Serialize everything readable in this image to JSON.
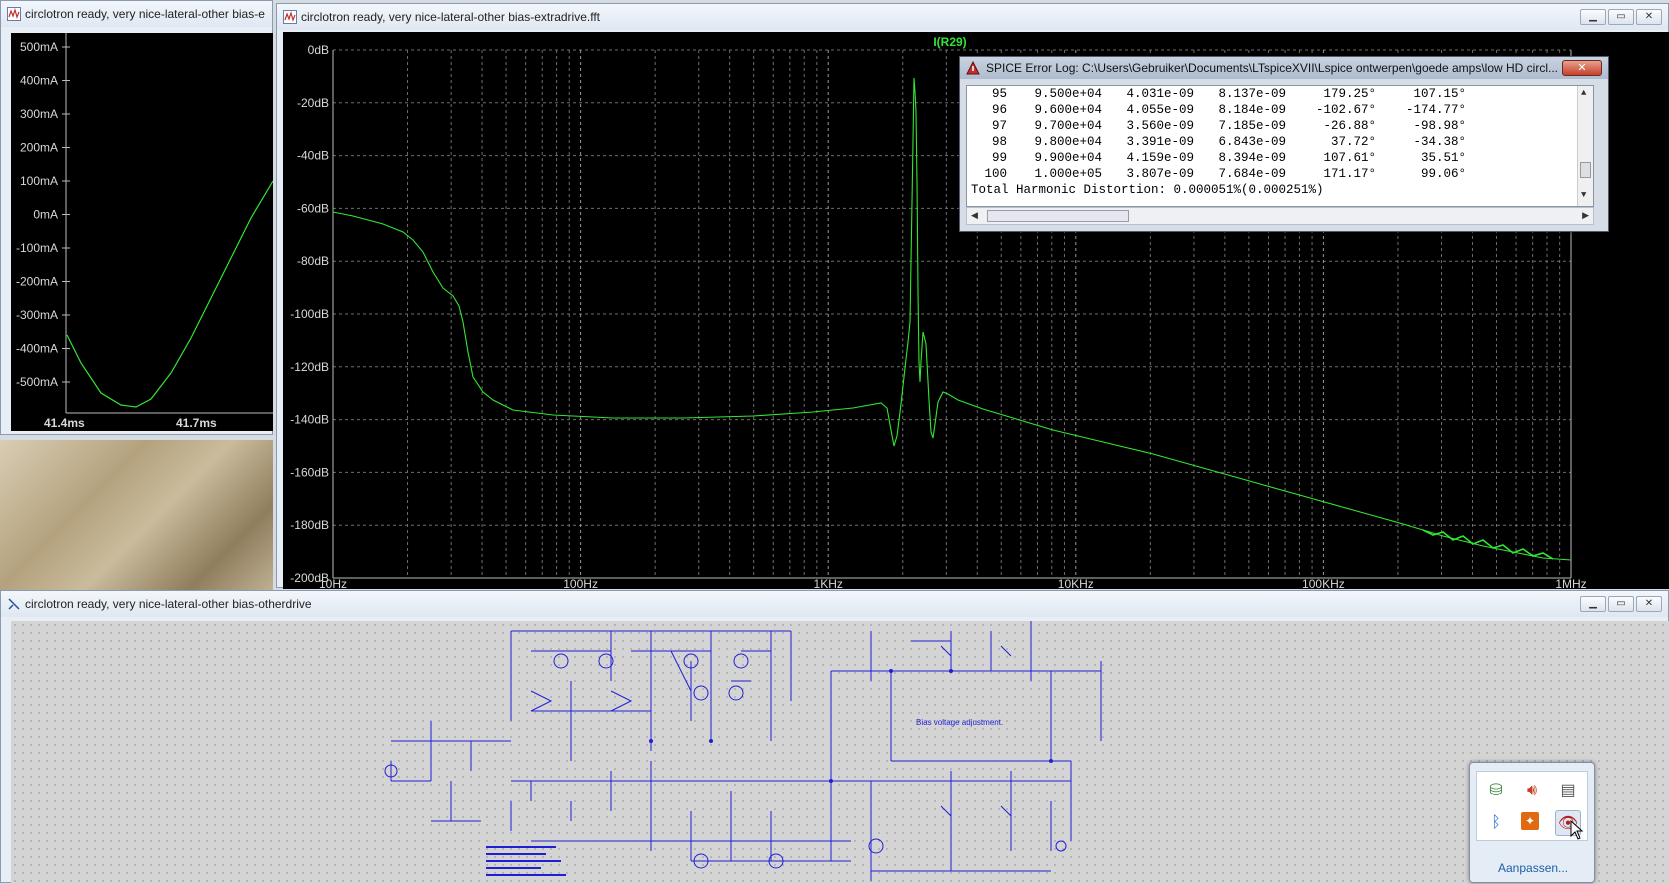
{
  "windows": {
    "transient": {
      "title": "circlotron ready, very nice-lateral-other bias-e"
    },
    "fft": {
      "title": "circlotron ready, very nice-lateral-other bias-extradrive.fft",
      "trace_label": "I(R29)"
    },
    "schematic": {
      "title": "circlotron ready, very nice-lateral-other bias-otherdrive",
      "annotation": "Bias voltage adjustment."
    }
  },
  "transient_plot": {
    "y_ticks": [
      "500mA",
      "400mA",
      "300mA",
      "200mA",
      "100mA",
      "0mA",
      "-100mA",
      "-200mA",
      "-300mA",
      "-400mA",
      "-500mA"
    ],
    "x_ticks": [
      "41.4ms",
      "41.7ms"
    ]
  },
  "fft_plot": {
    "y_ticks": [
      "0dB",
      "-20dB",
      "-40dB",
      "-60dB",
      "-80dB",
      "-100dB",
      "-120dB",
      "-140dB",
      "-160dB",
      "-180dB",
      "-200dB"
    ],
    "x_ticks": [
      "10Hz",
      "100Hz",
      "1KHz",
      "10KHz",
      "100KHz",
      "1MHz"
    ]
  },
  "error_log": {
    "title": "SPICE Error Log: C:\\Users\\Gebruiker\\Documents\\LTspiceXVII\\Lspice ontwerpen\\goede amps\\low HD circl...",
    "close_label": "✕",
    "rows": [
      [
        "95",
        "9.500e+04",
        "4.031e-09",
        "8.137e-09",
        "179.25°",
        "107.15°"
      ],
      [
        "96",
        "9.600e+04",
        "4.055e-09",
        "8.184e-09",
        "-102.67°",
        "-174.77°"
      ],
      [
        "97",
        "9.700e+04",
        "3.560e-09",
        "7.185e-09",
        "-26.88°",
        "-98.98°"
      ],
      [
        "98",
        "9.800e+04",
        "3.391e-09",
        "6.843e-09",
        "37.72°",
        "-34.38°"
      ],
      [
        "99",
        "9.900e+04",
        "4.159e-09",
        "8.394e-09",
        "107.61°",
        "35.51°"
      ],
      [
        "100",
        "1.000e+05",
        "3.807e-09",
        "7.684e-09",
        "171.17°",
        "99.06°"
      ]
    ],
    "thd": "Total Harmonic Distortion: 0.000051%(0.000251%)"
  },
  "tray": {
    "customize_label": "Aanpassen..."
  },
  "colors": {
    "trace": "#33e633",
    "plot_bg": "#000000",
    "wire": "#1f1fd6",
    "grid": "#6e6e6e"
  }
}
